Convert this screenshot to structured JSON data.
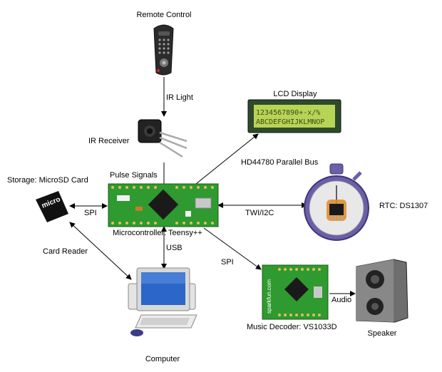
{
  "labels": {
    "remote": "Remote Control",
    "ir_light": "IR Light",
    "ir_receiver": "IR Receiver",
    "lcd": "LCD Display",
    "lcd_line1": "1234567890+-x/%",
    "lcd_line2": "ABCDEFGHIJKLMNOP",
    "hd44780": "HD44780 Parallel Bus",
    "pulse": "Pulse Signals",
    "storage": "Storage: MicroSD Card",
    "spi_left": "SPI",
    "twi": "TWI/I2C",
    "rtc": "RTC: DS1307",
    "micro": "Microcontroller: Teensy++",
    "card_reader": "Card Reader",
    "usb": "USB",
    "spi_bottom": "SPI",
    "audio": "Audio",
    "music_decoder": "Music Decoder: VS1033D",
    "speaker": "Speaker",
    "computer": "Computer",
    "microsd_text": "micro SD",
    "sparkfun_text": "sparkfun.com"
  },
  "colors": {
    "pcb_green": "#2f9a2f",
    "lcd_green": "#b8d456",
    "stopwatch_purple": "#6a5fa8",
    "speaker_gray": "#6e6e6e"
  }
}
